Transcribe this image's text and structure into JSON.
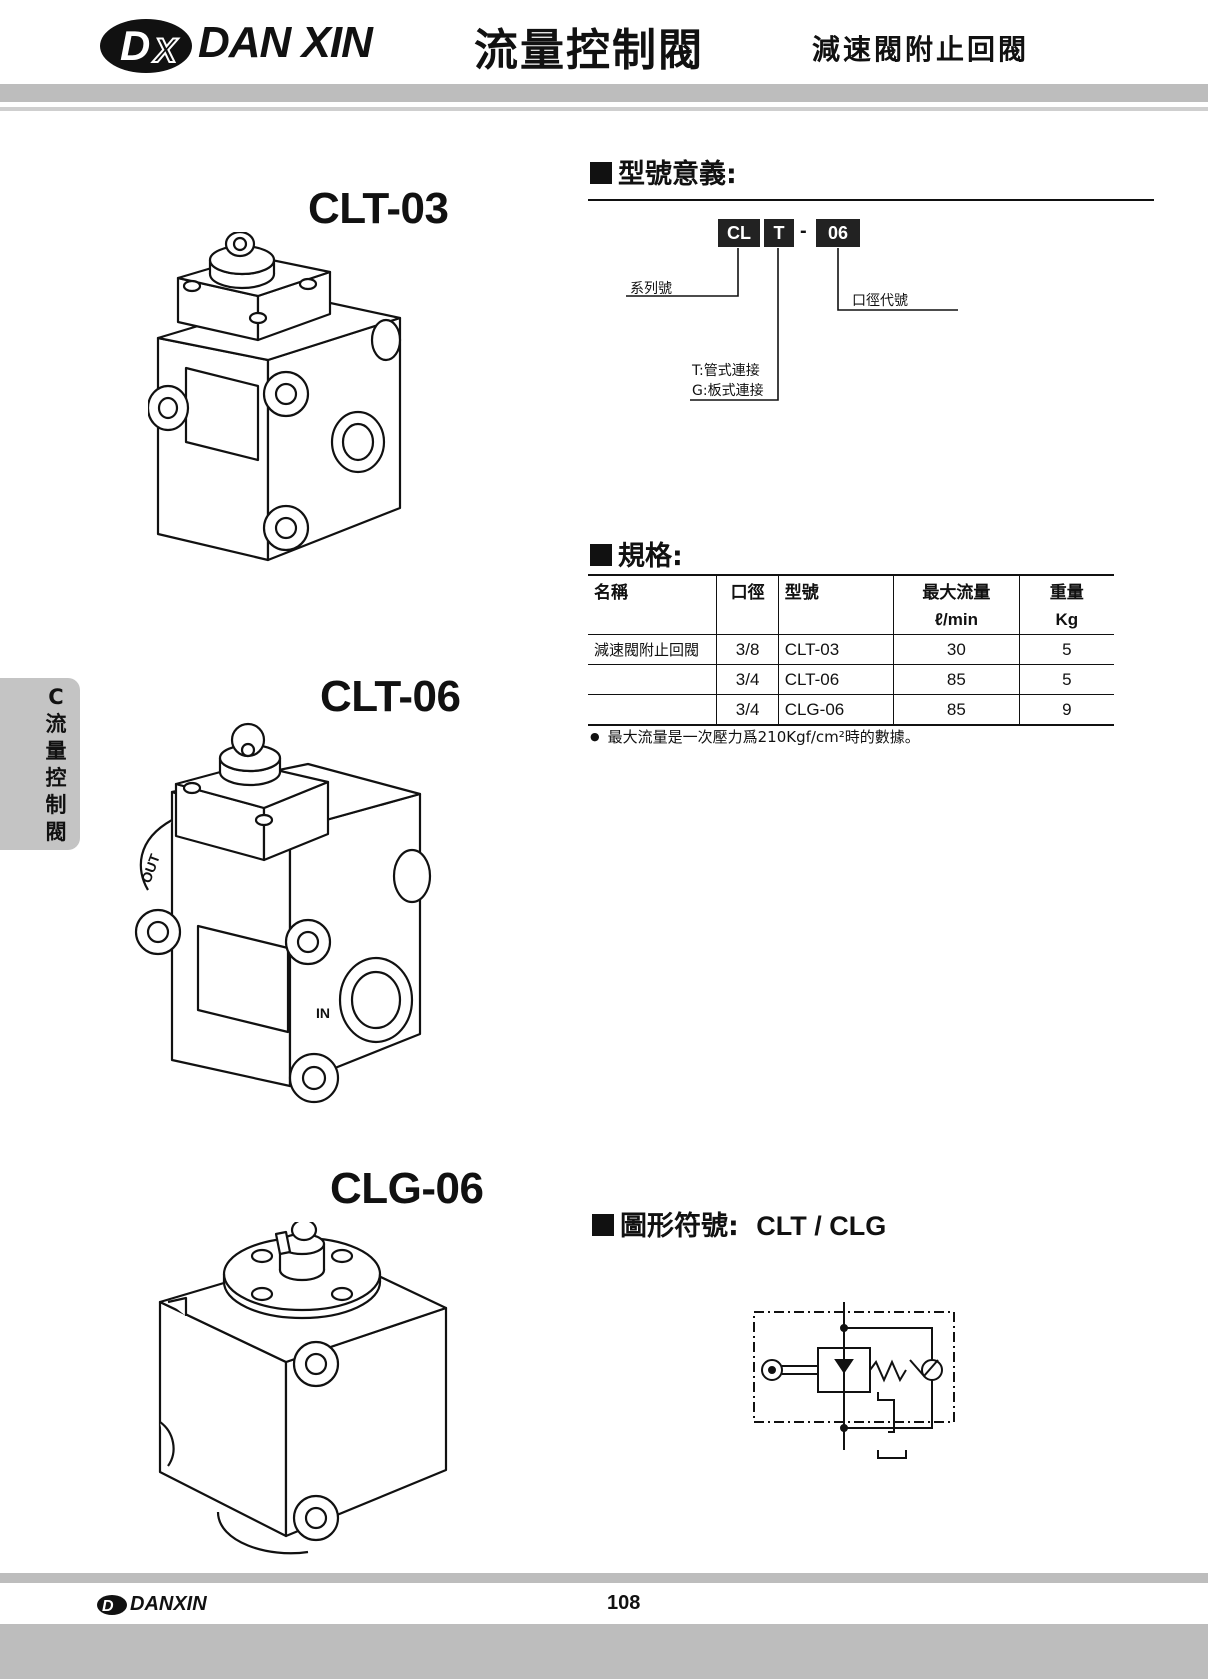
{
  "header": {
    "brand": "DAN XIN",
    "logo_text": "DX",
    "title_main": "流量控制閥",
    "title_sub": "減速閥附止回閥"
  },
  "side_tab": {
    "text": "C流量控制閥"
  },
  "products": [
    {
      "name": "CLT-03"
    },
    {
      "name": "CLT-06"
    },
    {
      "name": "CLG-06"
    }
  ],
  "model_meaning": {
    "heading": "型號意義:",
    "codes": [
      "CL",
      "T",
      "-",
      "06"
    ],
    "label_series": "系列號",
    "label_bore": "口徑代號",
    "label_t": "T:管式連接",
    "label_g": "G:板式連接"
  },
  "specs": {
    "heading": "規格:",
    "headers": {
      "name": "名稱",
      "port": "口徑",
      "model": "型號",
      "flow": "最大流量",
      "flow_unit": "ℓ/min",
      "weight": "重量",
      "weight_unit": "Kg"
    },
    "rows": [
      {
        "name": "減速閥附止回閥",
        "port": "3/8",
        "model": "CLT-03",
        "flow": "30",
        "weight": "5"
      },
      {
        "name": "",
        "port": "3/4",
        "model": "CLT-06",
        "flow": "85",
        "weight": "5"
      },
      {
        "name": "",
        "port": "3/4",
        "model": "CLG-06",
        "flow": "85",
        "weight": "9"
      }
    ],
    "note_bullet": "●",
    "note": "最大流量是一次壓力爲210Kgf/cm²時的數據。"
  },
  "symbol": {
    "heading": "圖形符號:",
    "models": "CLT / CLG"
  },
  "device_labels": {
    "out": "OUT",
    "in": "IN"
  },
  "footer": {
    "brand": "DANXIN",
    "page": "108"
  }
}
